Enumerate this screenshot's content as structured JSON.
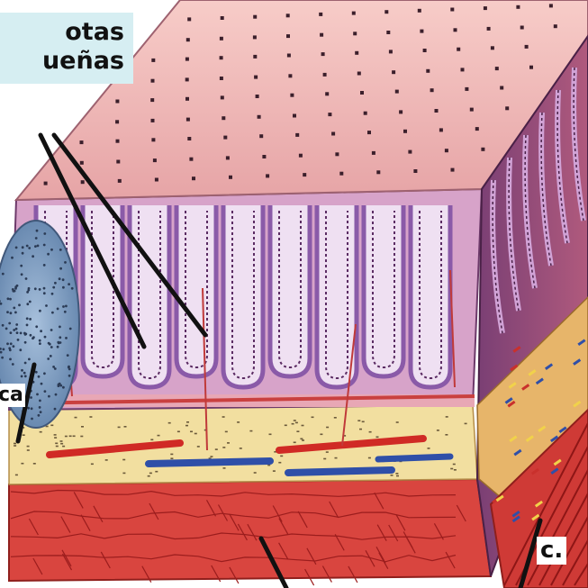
{
  "labels": {
    "top_left_line1": "otas",
    "top_left_line2": "ueñas",
    "left_fragment": "ca",
    "bottom_right": "c."
  },
  "colors": {
    "surface_pink": "#f2b7b5",
    "dots": "#3b1f2b",
    "glands_purple": "#8a5aa8",
    "lumen_light": "#efe0f2",
    "submucosa_yellow": "#f2dfa0",
    "muscle_red": "#d9453f",
    "vein_blue": "#2f4fa8",
    "lymph_blue": "#7fa0c4",
    "label_bg": "#d6eef2"
  }
}
